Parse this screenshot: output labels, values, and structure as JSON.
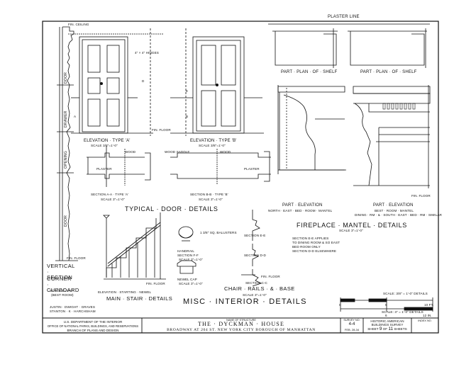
{
  "annotations": {
    "pin_ceiling": "Fin. Ceiling",
    "plaster_line": "Plaster Line",
    "ne_hinges": "4\" × 4\" Hinges",
    "fin_floor": "Fin. Floor",
    "wood": "Wood",
    "wood_saddle": "Wood Saddle",
    "plaster": "Plaster",
    "balusters": "1 3/8\" Sq. Balusters",
    "door": "Door",
    "drawer": "Drawer",
    "opening": "Opening",
    "section_labels": {
      "a": "A",
      "b": "B",
      "d": "D",
      "e": "E"
    }
  },
  "views": {
    "elevation_type_a": "Elevation · Type 'A'",
    "elevation_type_a_scale": "Scale 3/8\"=1'-0\"",
    "elevation_type_b": "Elevation · Type 'B'",
    "elevation_type_b_scale": "Scale 3/8\"=1'-0\"",
    "part_plan_shelf_1": "Part · Plan · of · Shelf",
    "part_plan_shelf_2": "Part · Plan · of · Shelf",
    "section_aa": "Section A-A · Type 'A'",
    "section_aa_scale": "Scale 3\"=1'-0\"",
    "section_bb": "Section B-B · Type 'B'",
    "section_bb_scale": "Scale 3\"=1'-0\"",
    "typical_door_details": "Typical · Door · Details",
    "part_elevation_1": "Part · Elevation",
    "part_elevation_1_sub": "North · East · Bed · Room · Mantel",
    "part_elevation_2": "Part · Elevation",
    "part_elevation_2_sub": "Best · Room · Mantel",
    "part_elevation_2_sub2": "Dining · RM · & · South · East · Bed · RM · Similar",
    "fireplace_mantel_details": "Fireplace · Mantel · Details",
    "fireplace_scale": "Scale 3\"=1'-0\"",
    "vertical_section": "Vertical · Section",
    "corner_cupboard": "Corner · Cupboard",
    "corner_scale": "Scale 3\"=1'-0\"",
    "best_room": "(Best Room)",
    "handrail": "Handrail",
    "section_ff": "Section F-F",
    "section_ff_scale": "Scale 3\"=1'-0\"",
    "newel_cap": "Newel Cap",
    "newel_scale": "Scale 3\"=1'-0\"",
    "section_ee": "Section E-E",
    "section_dd": "Section D-D",
    "section_cc": "Section C-C",
    "chair_rails_base": "Chair · Rails · & · Base",
    "chair_scale": "Scale 3\"=1'-0\"",
    "section_note_1": "Section E-E Applies",
    "section_note_2": "To Dining Room & So East",
    "section_note_3": "Bed Room Only",
    "section_note_4": "Section D-D Elsewhere",
    "elevation_starting_newel": "Elevation · Starting · Newel",
    "main_stair_details": "Main · Stair · Details",
    "misc_interior_details": "Misc · Interior · Details",
    "scale_three_eighths": "Scale: 3/8\" = 1'-0\" Details",
    "scale_three_inch": "Scale: 3\" = 1'-0\" Details",
    "scale_bar_0": "0",
    "scale_bar_5": "5",
    "scale_bar_10": "10 FT.",
    "scale_bar_6": "6",
    "scale_bar_12": "12 IN."
  },
  "credits": {
    "line1": "Justin · Dwight · Graves",
    "line2": "Stanton · K · Harchsham"
  },
  "title_block": {
    "dept_1": "U.S. Department of the Interior",
    "dept_2": "Office of National Parks, Buildings, and Reservations",
    "dept_3": "Branch of Plans and Design",
    "name_of_structure_caption": "Name of Structure",
    "name_of_structure": "The · Dyckman · House",
    "address": "Broadway at 204 St.   New York City   Borough of Manhattan",
    "survey_no_caption": "Survey No.",
    "survey_no": "4-4",
    "date": "Feb. 28-34",
    "habs_1": "Historic American",
    "habs_2": "Buildings Survey",
    "sheet_word": "Sheet",
    "sheet_no": "9",
    "of_word": "of",
    "sheet_total": "11",
    "sheets_word": "Sheets",
    "index_caption": "Index No."
  }
}
